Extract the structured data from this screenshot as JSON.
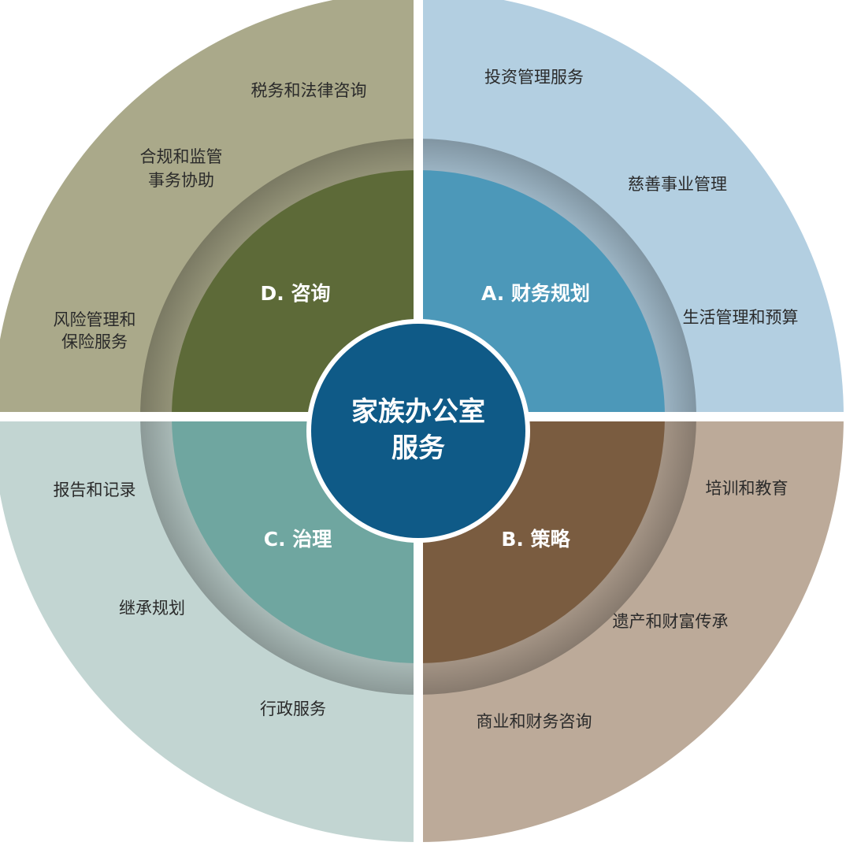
{
  "center": {
    "line1": "家族办公室",
    "line2": "服务",
    "color": "#0f5a87"
  },
  "quadrants": [
    {
      "id": "A",
      "label": "A. 财务规划",
      "outer_color": "#b3cfe1",
      "inner_color": "#4c98b9",
      "items": [
        {
          "lines": [
            "投资管理服务"
          ]
        },
        {
          "lines": [
            "慈善事业管理"
          ]
        },
        {
          "lines": [
            "生活管理和预算"
          ]
        }
      ]
    },
    {
      "id": "B",
      "label": "B. 策略",
      "outer_color": "#bcaa99",
      "inner_color": "#7a5c40",
      "items": [
        {
          "lines": [
            "培训和教育"
          ]
        },
        {
          "lines": [
            "遗产和财富传承"
          ]
        },
        {
          "lines": [
            "商业和财务咨询"
          ]
        }
      ]
    },
    {
      "id": "C",
      "label": "C. 治理",
      "outer_color": "#c2d5d2",
      "inner_color": "#6fa6a0",
      "items": [
        {
          "lines": [
            "报告和记录"
          ]
        },
        {
          "lines": [
            "继承规划"
          ]
        },
        {
          "lines": [
            "行政服务"
          ]
        }
      ]
    },
    {
      "id": "D",
      "label": "D. 咨询",
      "outer_color": "#aaa98a",
      "inner_color": "#5d6a38",
      "items": [
        {
          "lines": [
            "税务和法律咨询"
          ]
        },
        {
          "lines": [
            "合规和监管",
            "事务协助"
          ]
        },
        {
          "lines": [
            "风险管理和",
            "保险服务"
          ]
        }
      ]
    }
  ]
}
